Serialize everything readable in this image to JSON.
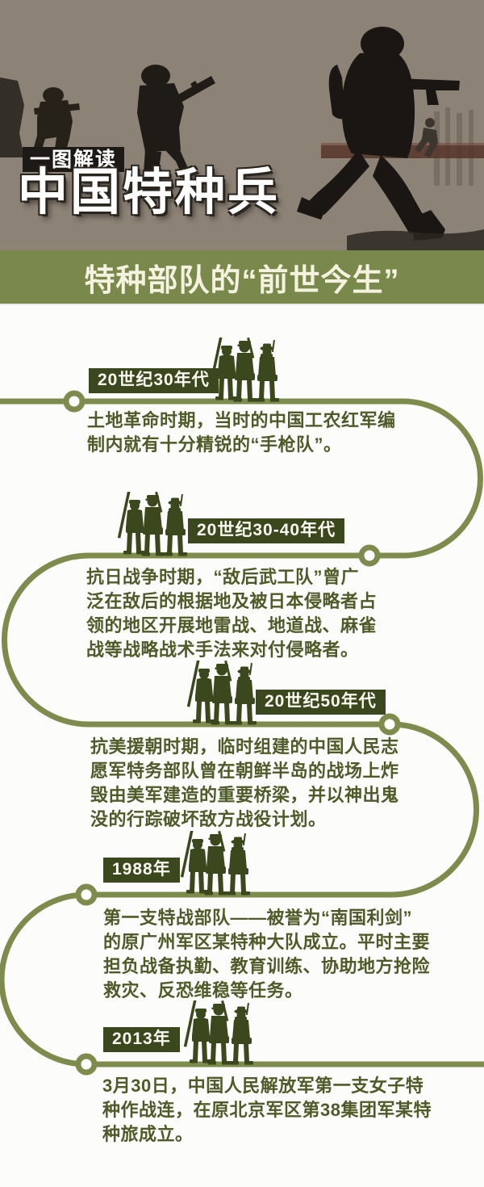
{
  "hero": {
    "tag": "一图解读",
    "title": "中国特种兵"
  },
  "banner": {
    "title": "特种部队的“前世今生”"
  },
  "icons": {
    "timeline_marker": "soldier-trio-icon",
    "timeline_node": "ring-node-icon"
  },
  "colors": {
    "timeline_line": "#7d8b4c",
    "era_box_dark_olive": "#3b471d",
    "banner_green": "#79884b",
    "body_text_olive": "#4e5a28",
    "hero_tag_bg": "#1d1916",
    "hero_title": "#ffffff",
    "banner_text_cream": "#f5f2e0"
  },
  "timeline": [
    {
      "era": "20世纪30年代",
      "body": [
        "土地革命时期，当时的中国工农红军编",
        "制内就有十分精锐的“手枪队”。"
      ]
    },
    {
      "era": "20世纪30-40年代",
      "body": [
        "抗日战争时期，“敌后武工队”曾广",
        "泛在敌后的根据地及被日本侵略者占",
        "领的地区开展地雷战、地道战、麻雀",
        "战等战略战术手法来对付侵略者。"
      ]
    },
    {
      "era": "20世纪50年代",
      "body": [
        "抗美援朝时期，临时组建的中国人民志",
        "愿军特务部队曾在朝鲜半岛的战场上炸",
        "毁由美军建造的重要桥梁，并以神出鬼",
        "没的行踪破坏敌方战役计划。"
      ]
    },
    {
      "era": "1988年",
      "body": [
        "第一支特战部队——被誉为“南国利剑”",
        "的原广州军区某特种大队成立。平时主要",
        "担负战备执勤、教育训练、协助地方抢险",
        "救灾、反恐维稳等任务。"
      ]
    },
    {
      "era": "2013年",
      "body": [
        "3月30日，中国人民解放军第一支女子特",
        "种作战连，在原北京军区第38集团军某特",
        "种旅成立。"
      ]
    }
  ]
}
